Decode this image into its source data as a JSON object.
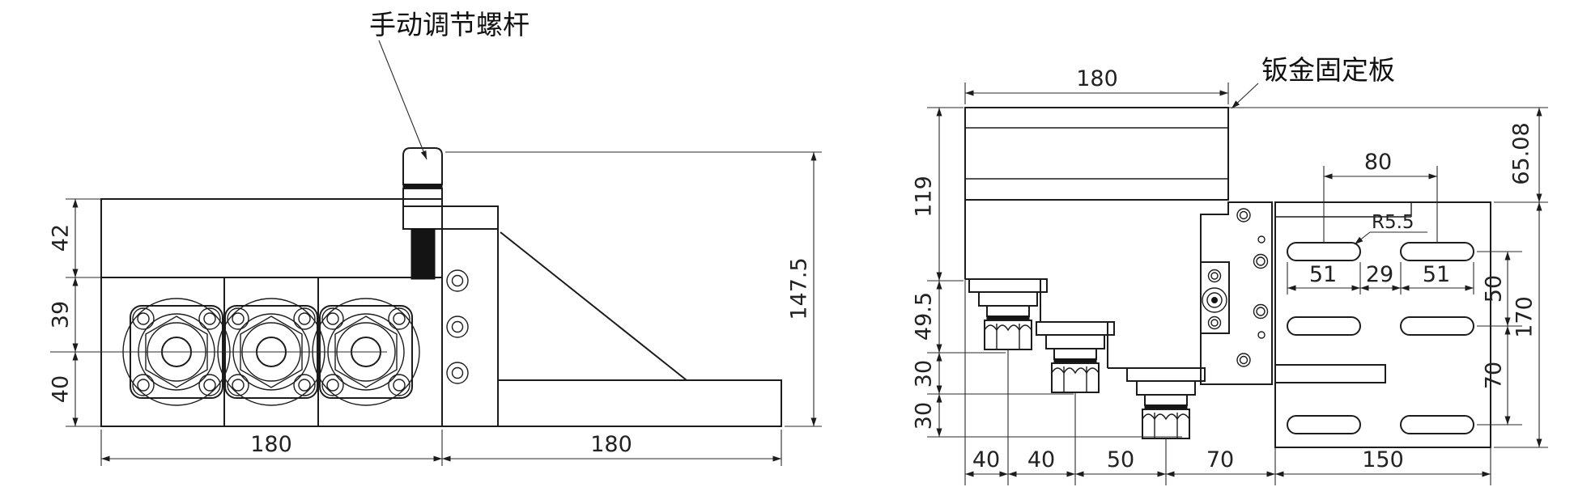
{
  "drawing": {
    "left_view": {
      "callout_screw": "手动调节螺杆",
      "dims": {
        "height_top": "42",
        "height_mid": "39",
        "height_bottom": "40",
        "width_left": "180",
        "width_right": "180",
        "total_height": "147.5"
      }
    },
    "right_view": {
      "callout_plate": "钣金固定板",
      "dims": {
        "top_width": "180",
        "column_height": "119",
        "step_1": "49.5",
        "step_2": "30",
        "step_3": "30",
        "bottom_1": "40",
        "bottom_2": "40",
        "bottom_3": "50",
        "bottom_4": "70",
        "bottom_5": "150",
        "plate_top_offset": "65.08",
        "plate_height": "170",
        "slot_row_gap_top": "50",
        "slot_row_gap_bottom": "70",
        "slot_center_span": "80",
        "slot_left_len": "51",
        "slot_gap": "29",
        "slot_right_len": "51",
        "slot_radius": "R5.5"
      }
    }
  }
}
